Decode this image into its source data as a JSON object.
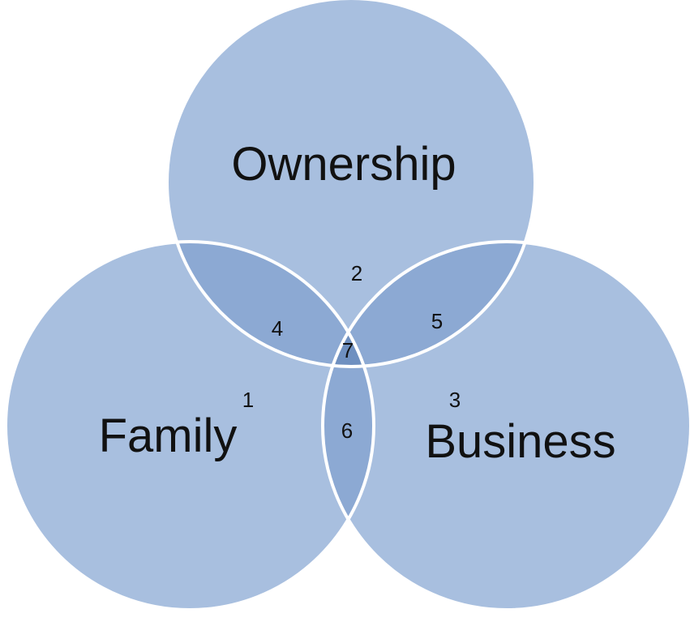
{
  "diagram": {
    "sets": {
      "ownership": "Ownership",
      "family": "Family",
      "business": "Business"
    },
    "regions": {
      "family_only": "1",
      "ownership_only": "2",
      "business_only": "3",
      "family_ownership": "4",
      "ownership_business": "5",
      "family_business": "6",
      "all_three": "7"
    },
    "colors": {
      "circle_fill": "#a8bfdf",
      "pair_overlap_fill": "#8ca9d3",
      "triple_overlap_fill": "#6f90c0",
      "outline": "#ffffff"
    }
  }
}
